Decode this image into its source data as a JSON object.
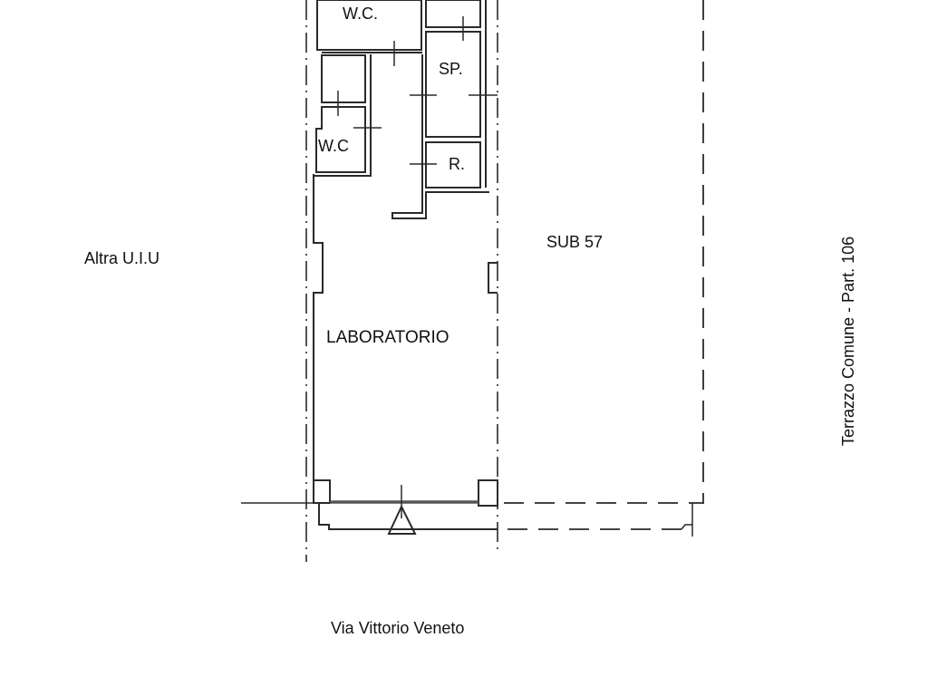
{
  "plan": {
    "rooms": {
      "wc_top": "W.C.",
      "wc_left": "W.C",
      "sp": "SP.",
      "r": "R.",
      "laboratorio": "LABORATORIO"
    },
    "neighbors": {
      "left": "Altra U.I.U",
      "right_unit": "SUB 57",
      "far_right": "Terrazzo Comune - Part. 106"
    },
    "street": "Via Vittorio Veneto",
    "colors": {
      "line": "#2a2a2a",
      "background": "#ffffff"
    }
  }
}
